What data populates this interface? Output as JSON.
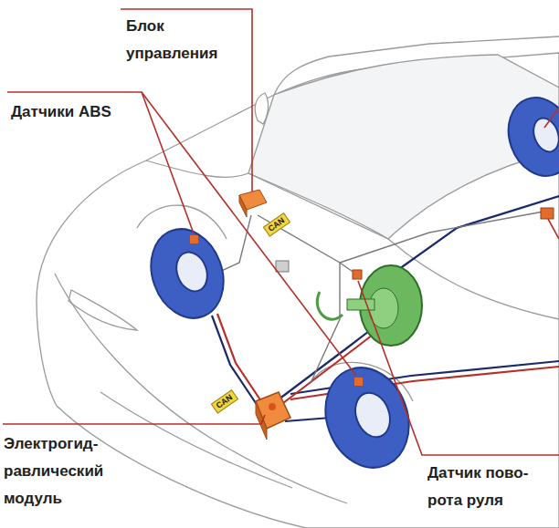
{
  "diagram": {
    "labels": [
      "Блок управления",
      "Датчики ABS",
      "Электрогид- равлический модуль",
      "Датчик пово- рота руля",
      "CAN",
      "CAN"
    ]
  }
}
